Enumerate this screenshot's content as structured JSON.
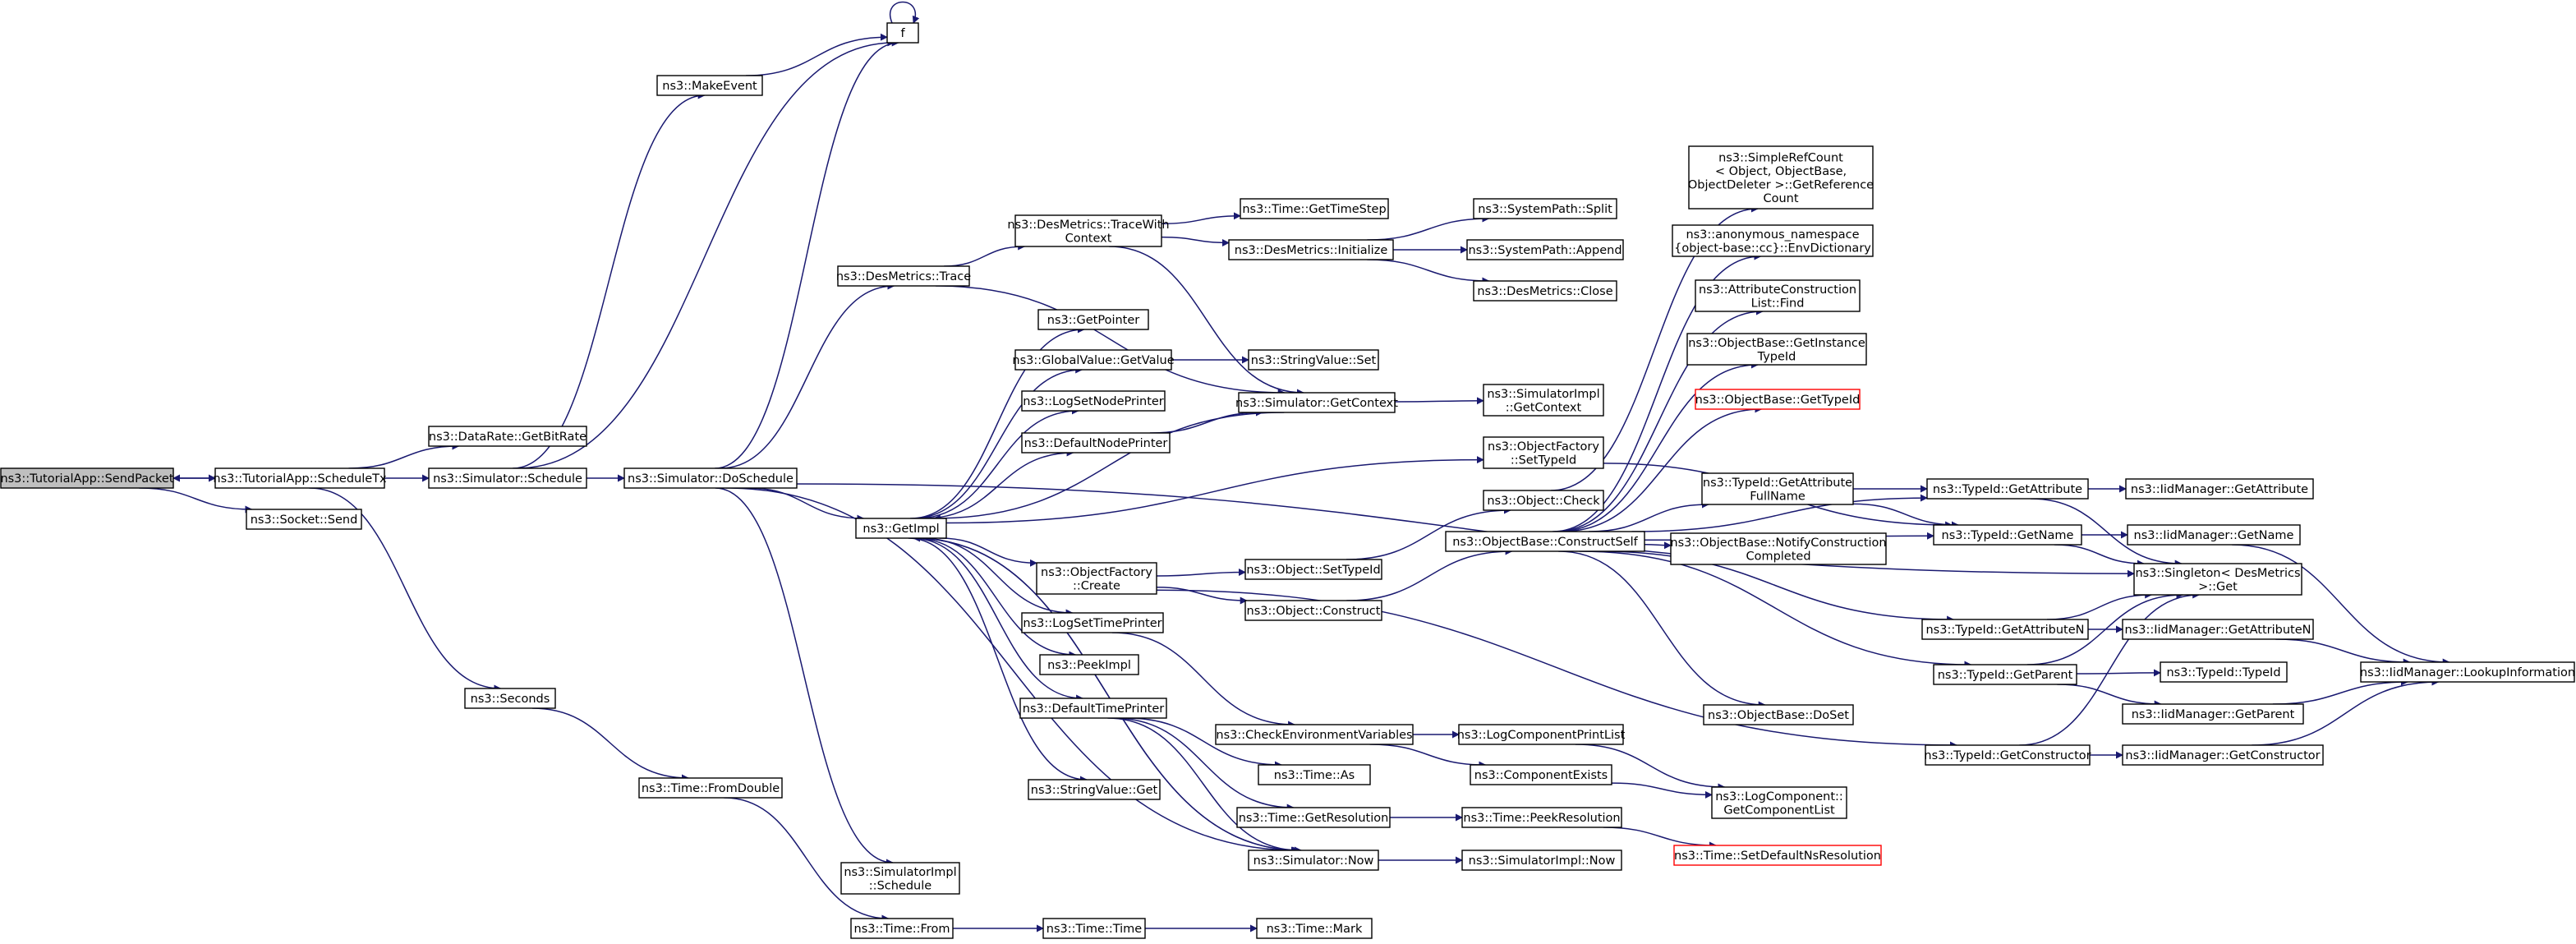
{
  "diagram": {
    "nodes": [
      {
        "id": "sendpacket",
        "lines": [
          "ns3::TutorialApp::SendPacket"
        ],
        "style": "root"
      },
      {
        "id": "scheduletx",
        "lines": [
          "ns3::TutorialApp::ScheduleTx"
        ]
      },
      {
        "id": "sockets",
        "lines": [
          "ns3::Socket::Send"
        ]
      },
      {
        "id": "getbitrate",
        "lines": [
          "ns3::DataRate::GetBitRate"
        ]
      },
      {
        "id": "simschedule",
        "lines": [
          "ns3::Simulator::Schedule"
        ]
      },
      {
        "id": "seconds",
        "lines": [
          "ns3::Seconds"
        ]
      },
      {
        "id": "makeevent",
        "lines": [
          "ns3::MakeEvent"
        ]
      },
      {
        "id": "f",
        "lines": [
          "f"
        ]
      },
      {
        "id": "doschedule",
        "lines": [
          "ns3::Simulator::DoSchedule"
        ]
      },
      {
        "id": "fromdouble",
        "lines": [
          "ns3::Time::FromDouble"
        ]
      },
      {
        "id": "desmetricstrace",
        "lines": [
          "ns3::DesMetrics::Trace"
        ]
      },
      {
        "id": "getimpl",
        "lines": [
          "ns3::GetImpl"
        ]
      },
      {
        "id": "implschedule",
        "lines": [
          "ns3::SimulatorImpl",
          "::Schedule"
        ]
      },
      {
        "id": "timefrom",
        "lines": [
          "ns3::Time::From"
        ]
      },
      {
        "id": "tracewithcontext",
        "lines": [
          "ns3::DesMetrics::TraceWith",
          "Context"
        ]
      },
      {
        "id": "getpointer",
        "lines": [
          "ns3::GetPointer"
        ]
      },
      {
        "id": "gvgetvalue",
        "lines": [
          "ns3::GlobalValue::GetValue"
        ]
      },
      {
        "id": "logsetnodeprinter",
        "lines": [
          "ns3::LogSetNodePrinter"
        ]
      },
      {
        "id": "defaultnodeprinter",
        "lines": [
          "ns3::DefaultNodePrinter"
        ]
      },
      {
        "id": "ofcreate",
        "lines": [
          "ns3::ObjectFactory",
          "::Create"
        ]
      },
      {
        "id": "logsettimeprinter",
        "lines": [
          "ns3::LogSetTimePrinter"
        ]
      },
      {
        "id": "peekimpl",
        "lines": [
          "ns3::PeekImpl"
        ]
      },
      {
        "id": "defaulttimeprinter",
        "lines": [
          "ns3::DefaultTimePrinter"
        ]
      },
      {
        "id": "stringvalueget",
        "lines": [
          "ns3::StringValue::Get"
        ]
      },
      {
        "id": "timetime",
        "lines": [
          "ns3::Time::Time"
        ]
      },
      {
        "id": "gettimestep",
        "lines": [
          "ns3::Time::GetTimeStep"
        ]
      },
      {
        "id": "dminitialize",
        "lines": [
          "ns3::DesMetrics::Initialize"
        ]
      },
      {
        "id": "stringvalueset",
        "lines": [
          "ns3::StringValue::Set"
        ]
      },
      {
        "id": "simgetcontext",
        "lines": [
          "ns3::Simulator::GetContext"
        ]
      },
      {
        "id": "objsettypeid",
        "lines": [
          "ns3::Object::SetTypeId"
        ]
      },
      {
        "id": "objconstruct",
        "lines": [
          "ns3::Object::Construct"
        ]
      },
      {
        "id": "checkenv",
        "lines": [
          "ns3::CheckEnvironmentVariables"
        ]
      },
      {
        "id": "timeas",
        "lines": [
          "ns3::Time::As"
        ]
      },
      {
        "id": "getresolution",
        "lines": [
          "ns3::Time::GetResolution"
        ]
      },
      {
        "id": "simnow",
        "lines": [
          "ns3::Simulator::Now"
        ]
      },
      {
        "id": "timemark",
        "lines": [
          "ns3::Time::Mark"
        ]
      },
      {
        "id": "syspathsplit",
        "lines": [
          "ns3::SystemPath::Split"
        ]
      },
      {
        "id": "syspathappend",
        "lines": [
          "ns3::SystemPath::Append"
        ]
      },
      {
        "id": "dmclose",
        "lines": [
          "ns3::DesMetrics::Close"
        ]
      },
      {
        "id": "implgetcontext",
        "lines": [
          "ns3::SimulatorImpl",
          "::GetContext"
        ]
      },
      {
        "id": "ofsettypeid",
        "lines": [
          "ns3::ObjectFactory",
          "::SetTypeId"
        ]
      },
      {
        "id": "objcheck",
        "lines": [
          "ns3::Object::Check"
        ]
      },
      {
        "id": "constructself",
        "lines": [
          "ns3::ObjectBase::ConstructSelf"
        ]
      },
      {
        "id": "logcompprintlist",
        "lines": [
          "ns3::LogComponentPrintList"
        ]
      },
      {
        "id": "componentexists",
        "lines": [
          "ns3::ComponentExists"
        ]
      },
      {
        "id": "peekresolution",
        "lines": [
          "ns3::Time::PeekResolution"
        ]
      },
      {
        "id": "implnow",
        "lines": [
          "ns3::SimulatorImpl::Now"
        ]
      },
      {
        "id": "simplerefcount",
        "lines": [
          "ns3::SimpleRefCount",
          "< Object, ObjectBase,",
          "ObjectDeleter >::GetReference",
          "Count"
        ]
      },
      {
        "id": "envdictionary",
        "lines": [
          "ns3::anonymous_namespace",
          "{object-base::cc}::EnvDictionary"
        ]
      },
      {
        "id": "acfind",
        "lines": [
          "ns3::AttributeConstruction",
          "List::Find"
        ]
      },
      {
        "id": "getinstancetypeid",
        "lines": [
          "ns3::ObjectBase::GetInstance",
          "TypeId"
        ]
      },
      {
        "id": "obgettypeid",
        "lines": [
          "ns3::ObjectBase::GetTypeId"
        ],
        "style": "red"
      },
      {
        "id": "getattrfullname",
        "lines": [
          "ns3::TypeId::GetAttribute",
          "FullName"
        ]
      },
      {
        "id": "notifyconstruction",
        "lines": [
          "ns3::ObjectBase::NotifyConstruction",
          "Completed"
        ]
      },
      {
        "id": "dosset",
        "lines": [
          "ns3::ObjectBase::DoSet"
        ]
      },
      {
        "id": "getcomponentlist",
        "lines": [
          "ns3::LogComponent::",
          "GetComponentList"
        ]
      },
      {
        "id": "setdefaultnsres",
        "lines": [
          "ns3::Time::SetDefaultNsResolution"
        ],
        "style": "red"
      },
      {
        "id": "tidgetattribute",
        "lines": [
          "ns3::TypeId::GetAttribute"
        ]
      },
      {
        "id": "tidgetname",
        "lines": [
          "ns3::TypeId::GetName"
        ]
      },
      {
        "id": "tidgetattributen",
        "lines": [
          "ns3::TypeId::GetAttributeN"
        ]
      },
      {
        "id": "tidgetparent",
        "lines": [
          "ns3::TypeId::GetParent"
        ]
      },
      {
        "id": "tidgetconstructor",
        "lines": [
          "ns3::TypeId::GetConstructor"
        ]
      },
      {
        "id": "singletonget",
        "lines": [
          "ns3::Singleton< DesMetrics",
          ">::Get"
        ]
      },
      {
        "id": "iidgetattribute",
        "lines": [
          "ns3::IidManager::GetAttribute"
        ]
      },
      {
        "id": "iidgetname",
        "lines": [
          "ns3::IidManager::GetName"
        ]
      },
      {
        "id": "iidgetattributen",
        "lines": [
          "ns3::IidManager::GetAttributeN"
        ]
      },
      {
        "id": "tidtypeid",
        "lines": [
          "ns3::TypeId::TypeId"
        ]
      },
      {
        "id": "iidgetparent",
        "lines": [
          "ns3::IidManager::GetParent"
        ]
      },
      {
        "id": "iidgetconstructor",
        "lines": [
          "ns3::IidManager::GetConstructor"
        ]
      },
      {
        "id": "lookupinformation",
        "lines": [
          "ns3::IidManager::LookupInformation"
        ]
      }
    ]
  }
}
